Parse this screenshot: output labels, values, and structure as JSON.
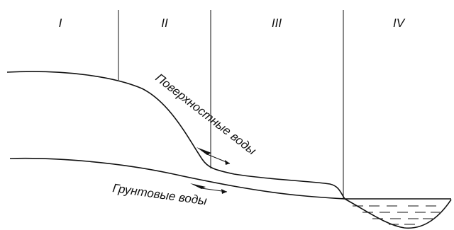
{
  "zones": [
    "I",
    "II",
    "III",
    "IV"
  ],
  "labels": {
    "surface_water": "Поверхностные воды",
    "ground_water": "Грунтовые воды"
  }
}
